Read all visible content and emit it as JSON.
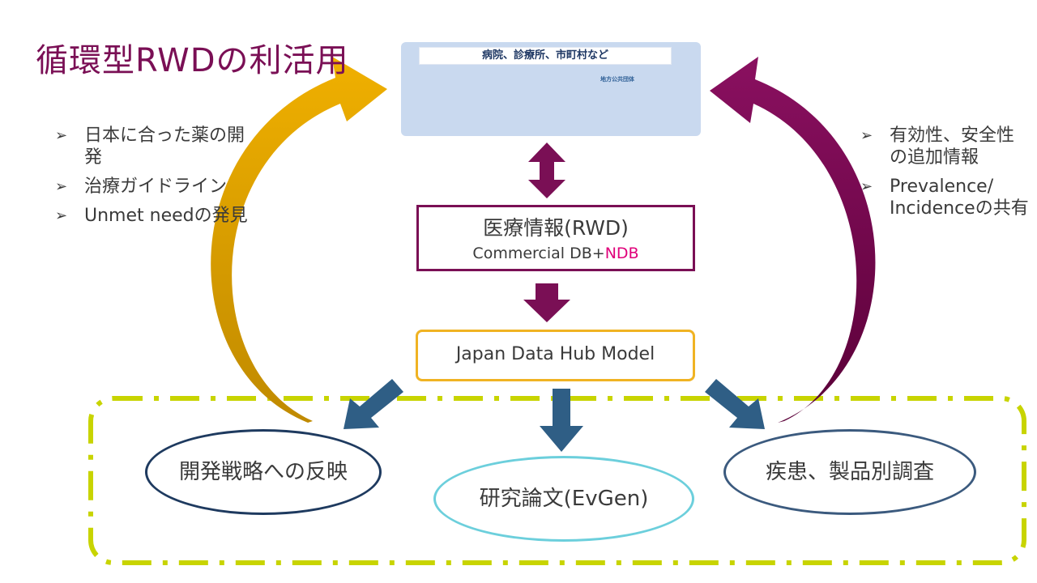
{
  "title": "循環型RWDの利活用",
  "facility": {
    "banner": "病院、診療所、市町村など",
    "building_sign": "地方公共団体"
  },
  "left_bullets": [
    "日本に合った薬の開発",
    "治療ガイドライン",
    "Unmet needの発見"
  ],
  "right_bullets": [
    "有効性、安全性の追加情報",
    "Prevalence/ Incidenceの共有"
  ],
  "rwd_box": {
    "title": "医療情報(RWD)",
    "subtitle_prefix": "Commercial DB+",
    "subtitle_highlight": "NDB"
  },
  "hub_box": {
    "label": "Japan Data Hub Model"
  },
  "outputs": {
    "strategy": "開発戦略への反映",
    "research": "研究論文(EvGen)",
    "survey": "疾患、製品別調査"
  },
  "colors": {
    "title": "#7a0f55",
    "gold_arrow": "#e8a800",
    "purple_arrow": "#7a0f55",
    "blue_arrow": "#2f5e85",
    "dashed_border": "#c8d400",
    "ndb_highlight": "#e0007a"
  }
}
